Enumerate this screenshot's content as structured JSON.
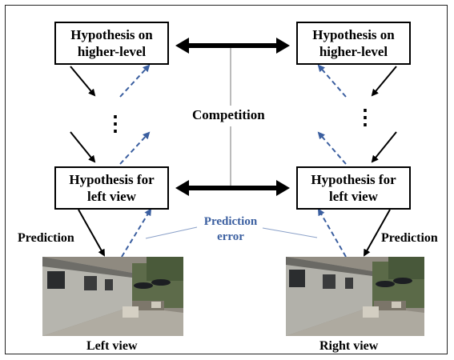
{
  "boxes": {
    "higher_left": [
      "Hypothesis on",
      "higher-level"
    ],
    "higher_right": [
      "Hypothesis on",
      "higher-level"
    ],
    "view_left": [
      "Hypothesis for",
      "left view"
    ],
    "view_right": [
      "Hypothesis for",
      "left view"
    ]
  },
  "labels": {
    "competition": "Competition",
    "prediction_left": "Prediction",
    "prediction_right": "Prediction",
    "prediction_error": [
      "Prediction",
      "error"
    ],
    "ellipsis_dots": "⋮",
    "left_view": "Left view",
    "right_view": "Right view"
  },
  "colors": {
    "feedback_arrow": "#3b5fa0",
    "forward_arrow": "#000000",
    "competition_arrow": "#000000"
  }
}
